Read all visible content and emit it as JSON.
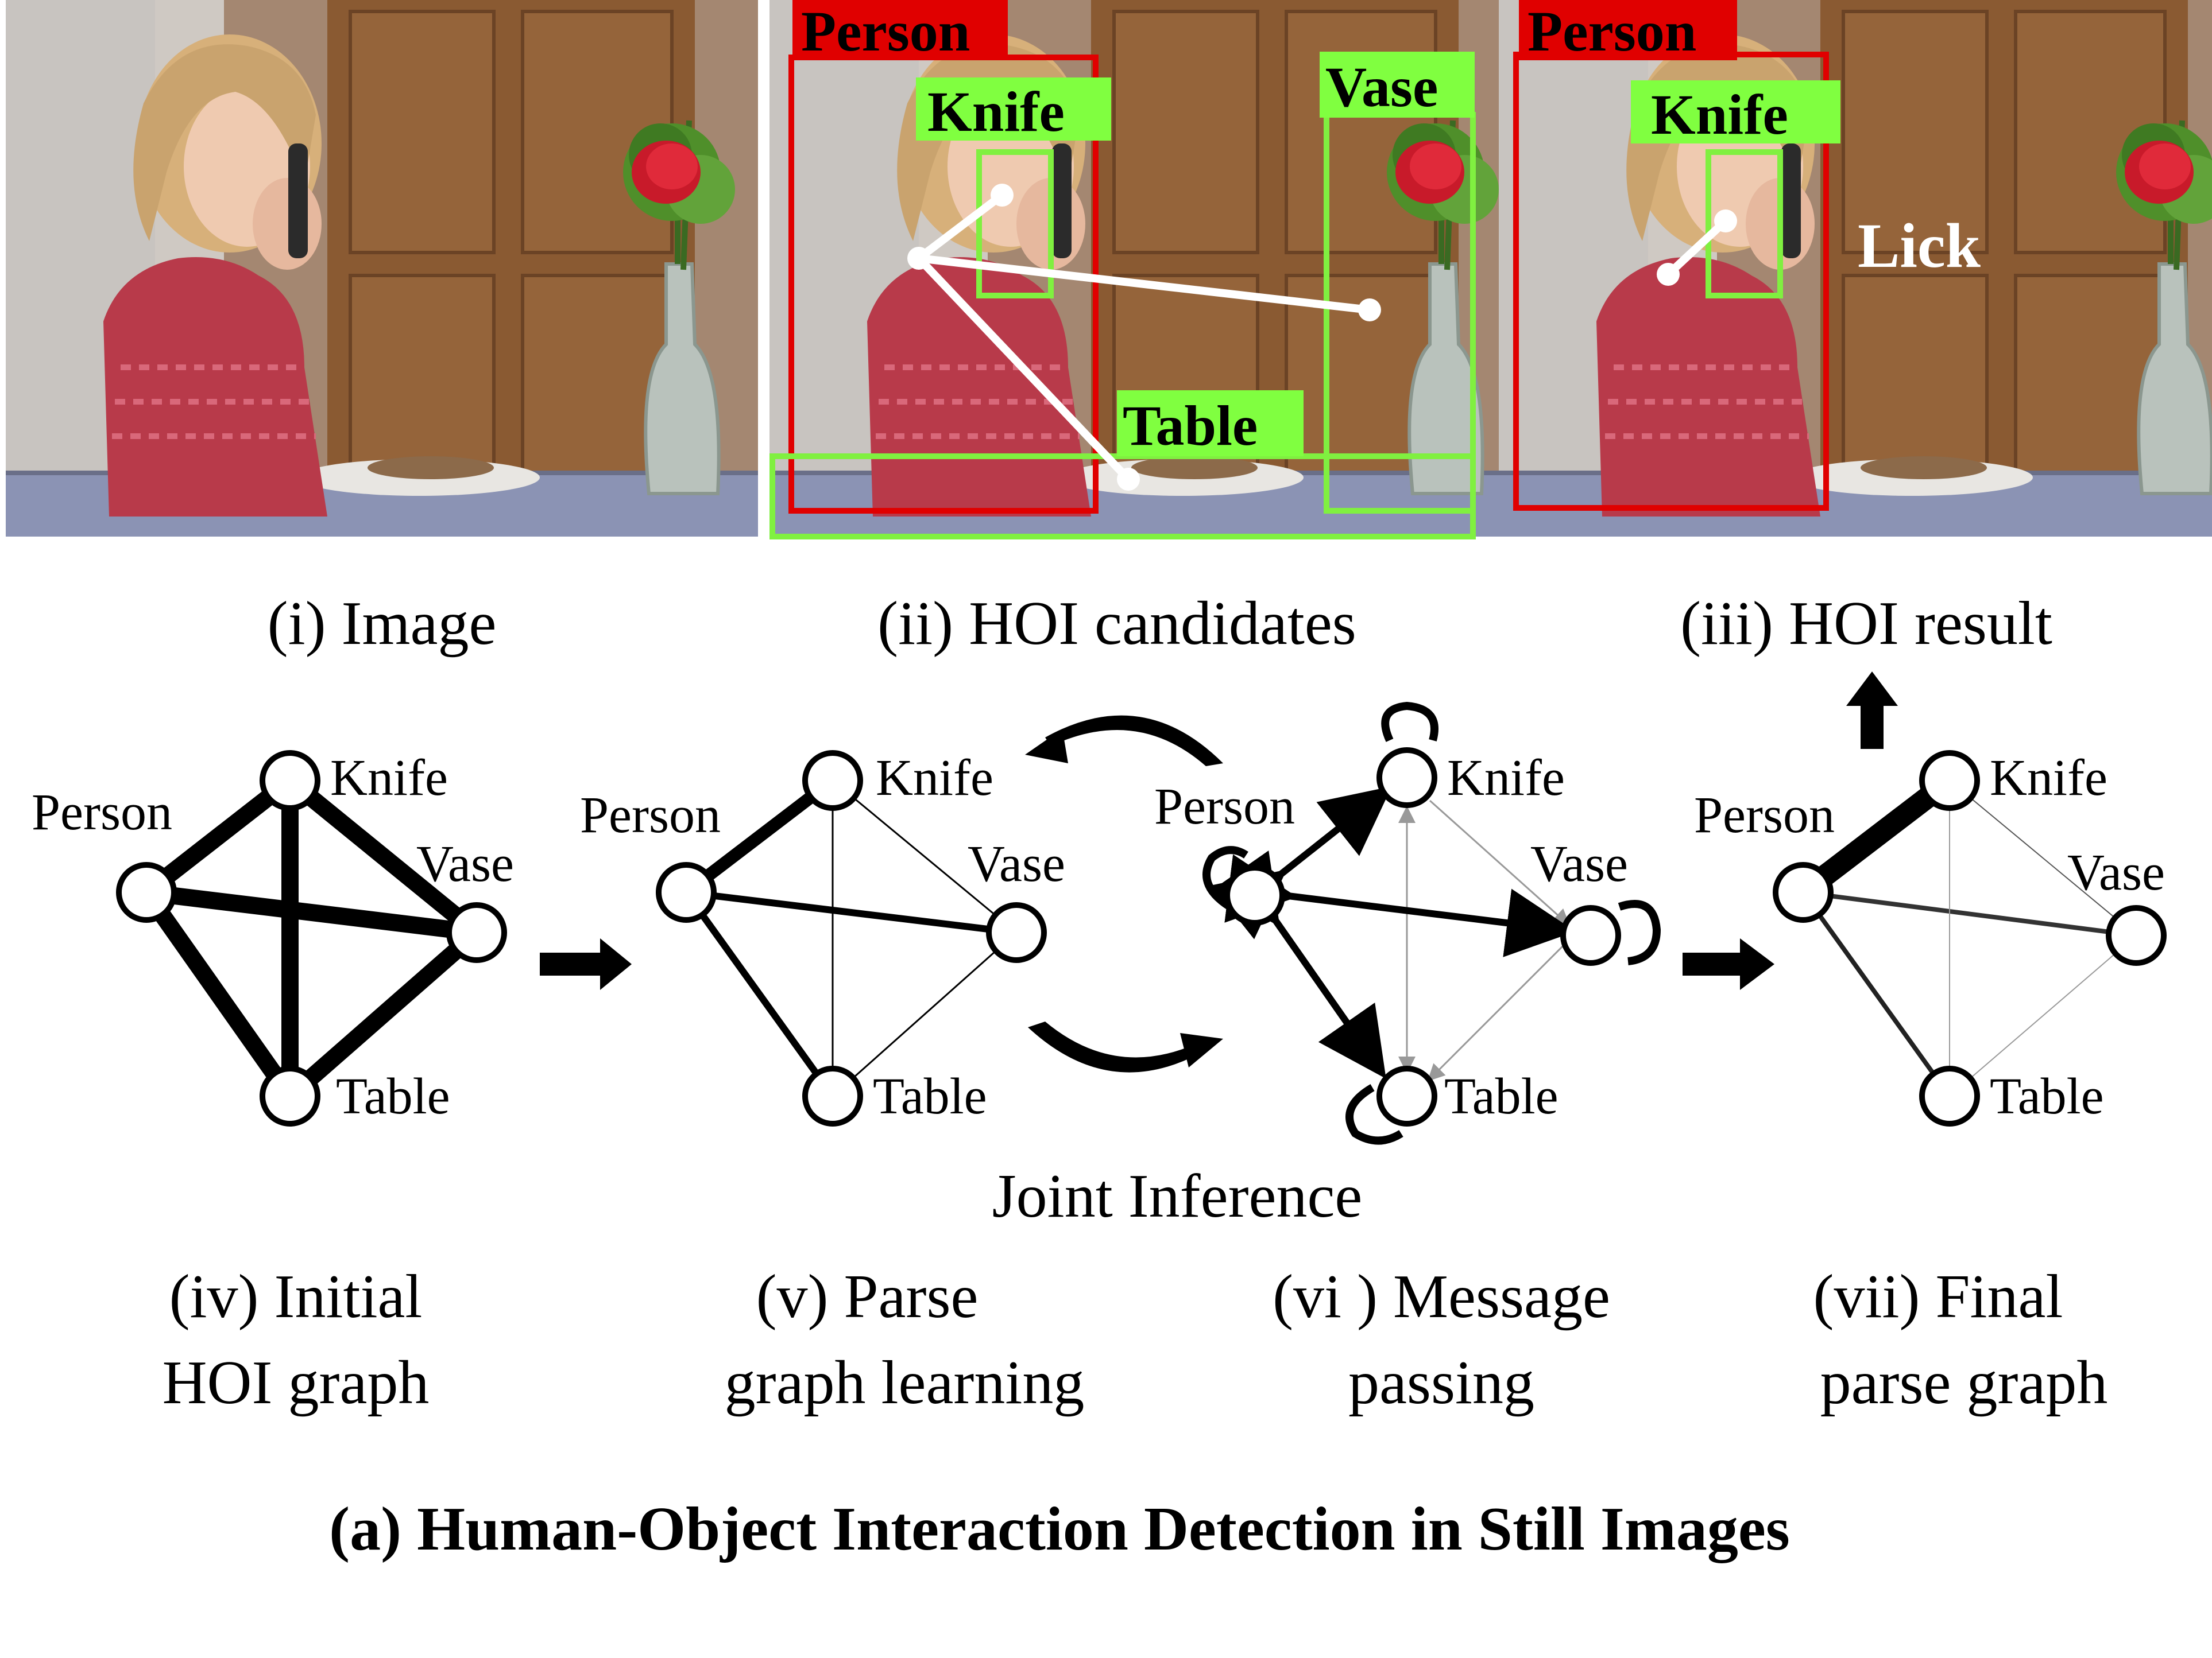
{
  "panels": {
    "image_caption": "(i) Image",
    "candidates_caption": "(ii) HOI candidates",
    "result_caption": "(iii) HOI result"
  },
  "detections": {
    "person": "Person",
    "knife": "Knife",
    "vase": "Vase",
    "table": "Table",
    "action": "Lick"
  },
  "nodes": {
    "person": "Person",
    "knife": "Knife",
    "vase": "Vase",
    "table": "Table"
  },
  "graphs": {
    "initial": [
      "(iv) Initial",
      "HOI graph"
    ],
    "parse": [
      "(v) Parse",
      "graph learning"
    ],
    "message": [
      "(vi ) Message",
      "passing"
    ],
    "final": [
      "(vii) Final",
      "parse graph"
    ]
  },
  "joint_inference": "Joint Inference",
  "figure_title": "(a) Human-Object Interaction Detection in Still Images",
  "colors": {
    "person_box": "#e00000",
    "object_box": "#80f040",
    "label_bg_green": "#80ff40",
    "label_bg_red": "#e00000",
    "edge": "#000000",
    "line_white": "#ffffff"
  }
}
